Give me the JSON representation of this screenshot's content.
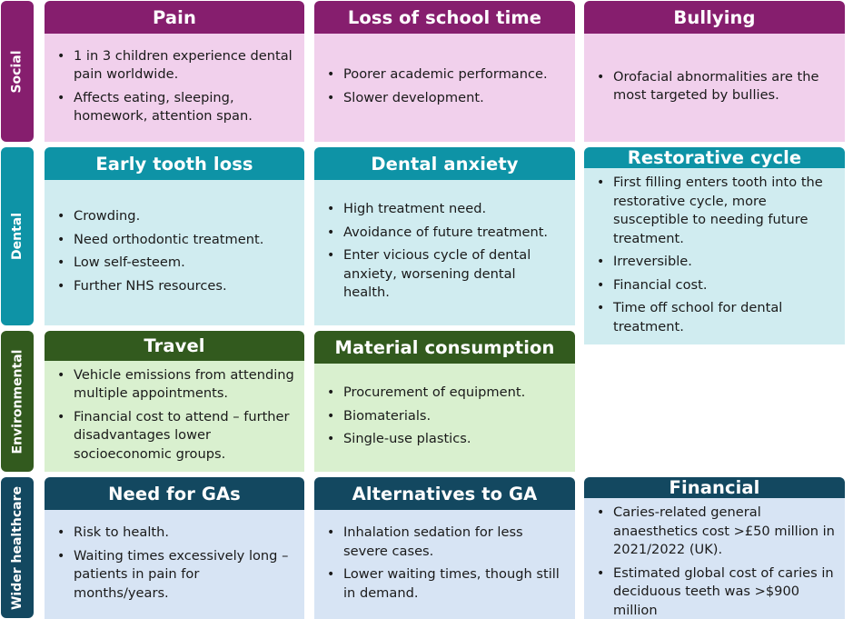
{
  "colors": {
    "social_header": "#861e6e",
    "social_body": "#f1d0ec",
    "dental_header": "#0e93a6",
    "dental_body": "#d0ecf0",
    "environmental_header": "#325a1e",
    "environmental_body": "#d9f0cf",
    "wider_header": "#134860",
    "wider_body": "#d7e4f4"
  },
  "rows": [
    {
      "label": "Social",
      "cards": [
        {
          "title": "Pain",
          "bullets": [
            "1 in 3 children experience dental pain worldwide.",
            "Affects eating, sleeping, homework, attention span."
          ]
        },
        {
          "title": "Loss of school time",
          "bullets": [
            "Poorer academic performance.",
            "Slower development."
          ]
        },
        {
          "title": "Bullying",
          "bullets": [
            "Orofacial abnormalities are the most targeted by bullies."
          ]
        }
      ]
    },
    {
      "label": "Dental",
      "cards": [
        {
          "title": "Early tooth loss",
          "bullets": [
            "Crowding.",
            "Need orthodontic treatment.",
            "Low self-esteem.",
            "Further NHS resources."
          ]
        },
        {
          "title": "Dental anxiety",
          "bullets": [
            "High treatment need.",
            "Avoidance of future treatment.",
            "Enter vicious cycle of dental anxiety, worsening dental health."
          ]
        },
        {
          "title": "Restorative cycle",
          "bullets": [
            "First filling enters tooth into the restorative cycle, more susceptible to needing future treatment.",
            "Irreversible.",
            "Financial cost.",
            "Time off school for dental treatment."
          ]
        }
      ]
    },
    {
      "label": "Environmental",
      "cards": [
        {
          "title": "Travel",
          "bullets": [
            "Vehicle emissions from attending multiple appointments.",
            "Financial cost to attend – further disadvantages lower socioeconomic groups."
          ]
        },
        {
          "title": "Material consumption",
          "bullets": [
            "Procurement of equipment.",
            "Biomaterials.",
            "Single-use plastics."
          ]
        }
      ]
    },
    {
      "label": "Wider healthcare",
      "cards": [
        {
          "title": "Need for GAs",
          "bullets": [
            "Risk to health.",
            "Waiting times excessively long – patients in pain for months/years."
          ]
        },
        {
          "title": "Alternatives to GA",
          "bullets": [
            "Inhalation sedation for less severe cases.",
            "Lower waiting times, though still in demand."
          ]
        },
        {
          "title": "Financial",
          "bullets": [
            "Caries-related general anaesthetics cost >£50 million in 2021/2022 (UK).",
            "Estimated global cost of caries in deciduous teeth was >$900 million"
          ]
        }
      ]
    }
  ]
}
